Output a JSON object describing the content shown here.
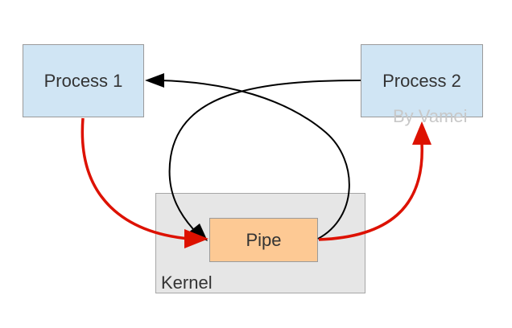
{
  "nodes": {
    "process1": "Process 1",
    "process2": "Process 2",
    "pipe": "Pipe",
    "kernel": "Kernel"
  },
  "watermark": "By Vamei",
  "colors": {
    "process_fill": "#d0e5f4",
    "pipe_fill": "#fdc994",
    "kernel_fill": "#e6e6e6",
    "data_arrow": "#dd1100",
    "control_arrow": "#000000",
    "watermark": "#c8c8c8"
  }
}
